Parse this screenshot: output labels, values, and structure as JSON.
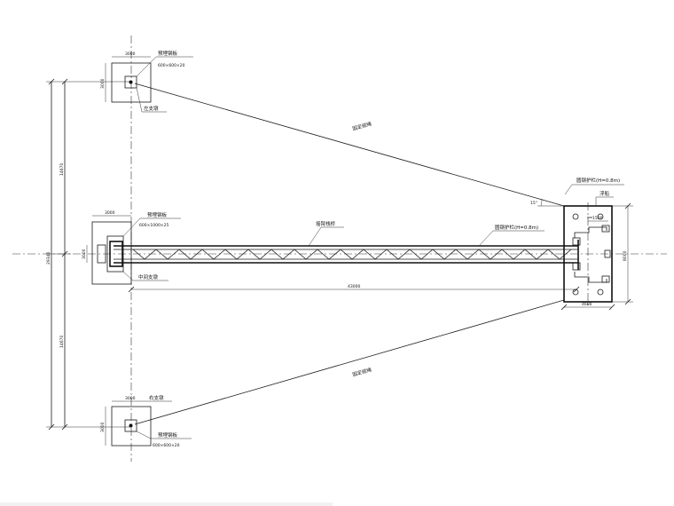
{
  "labels": {
    "left_plate_title": "预埋钢板",
    "left_plate_spec": "600×600×20",
    "left_pier": "左支墩",
    "left_box_width": "3000",
    "left_box_height": "3000",
    "fixed_cable_upper": "固定缆绳",
    "fixed_cable_lower": "固定缆绳",
    "mid_plate_title": "预埋钢板",
    "mid_plate_spec": "600×1000×25",
    "mid_pier": "中间支墩",
    "mid_box_width": "3000",
    "mid_box_height": "3000",
    "bridge": "摇臂栈桥",
    "guardrail_bridge": "圆钢护栏(H=0.8m)",
    "guardrail_barge": "圆钢护栏(H=0.8m)",
    "barge": "浮船",
    "angle": "15°",
    "span": "43000",
    "barge_width": "4600",
    "barge_height": "8000",
    "barge_inner": "1500",
    "overall_upper": "14670",
    "overall_lower": "14670",
    "overall_total": "29340",
    "right_plate_title": "预埋钢板",
    "right_plate_spec": "600×600×20",
    "right_pier": "右支墩",
    "right_box_width": "3000",
    "right_box_height": "3000"
  }
}
